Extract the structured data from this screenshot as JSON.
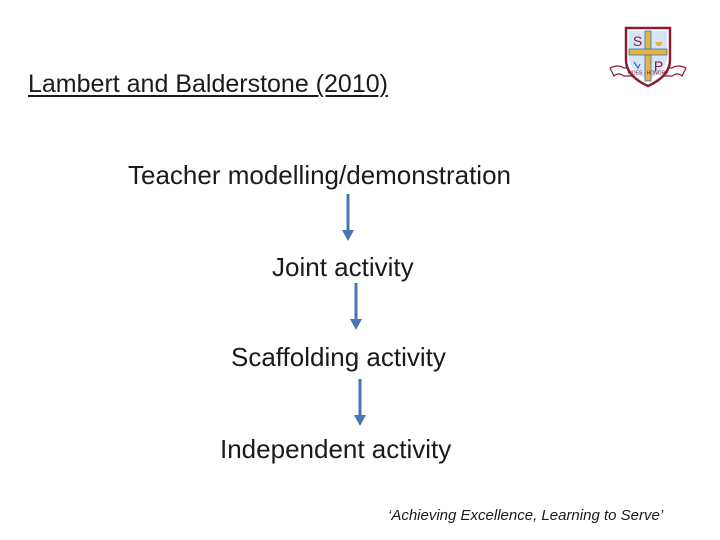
{
  "slide": {
    "title": "Lambert and Balderstone (2010)",
    "steps": [
      "Teacher modelling/demonstration",
      "Joint activity",
      "Scaffolding activity",
      "Independent activity"
    ],
    "footer": "‘Achieving Excellence, Learning to Serve’"
  },
  "logo": {
    "letters": [
      "S",
      "P"
    ],
    "motto": "FIDES · HONORE",
    "icon": "school-crest-icon"
  },
  "colors": {
    "arrow": "#4a74b4",
    "crest_maroon": "#8b1e2e",
    "crest_blue": "#3a6fc0",
    "crest_gold": "#e0b540"
  }
}
